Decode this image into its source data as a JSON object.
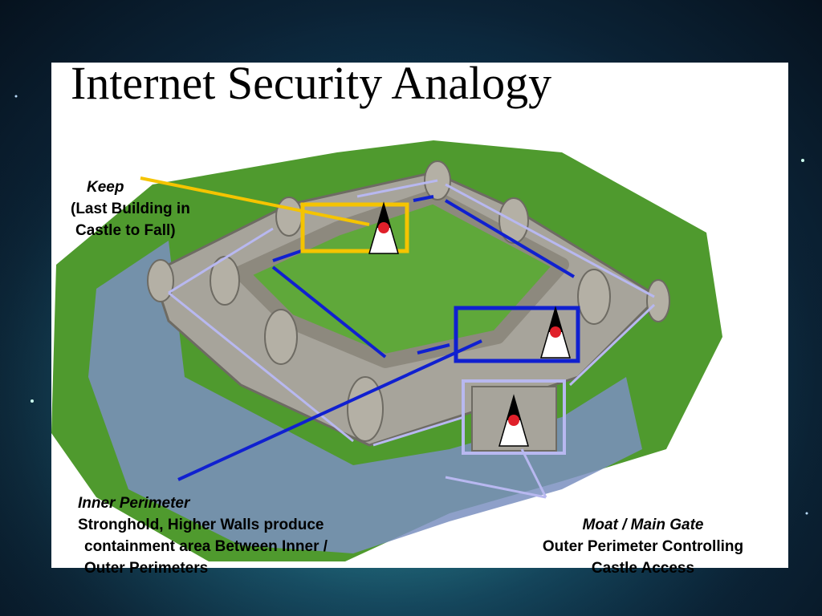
{
  "slide": {
    "title": "Internet Security Analogy"
  },
  "labels": {
    "keep": {
      "heading": "Keep",
      "line1": "(Last Building in",
      "line2": "Castle to Fall)"
    },
    "inner_perimeter": {
      "heading": "Inner Perimeter",
      "line1": "Stronghold, Higher Walls produce",
      "line2": "containment area Between Inner /",
      "line3": "Outer Perimeters"
    },
    "moat_gate": {
      "heading": "Moat / Main Gate",
      "line1": "Outer Perimeter Controlling",
      "line2": "Castle Access"
    }
  },
  "colors": {
    "keep_highlight": "#f5c400",
    "inner_highlight": "#1020d0",
    "outer_highlight": "#b8b8f0",
    "grass": "#4f9a2e",
    "stone": "#a7a49b",
    "water": "#7a8fc0"
  },
  "icons": [
    "java-duke-mascot-icon",
    "java-duke-mascot-icon",
    "java-duke-mascot-icon"
  ]
}
